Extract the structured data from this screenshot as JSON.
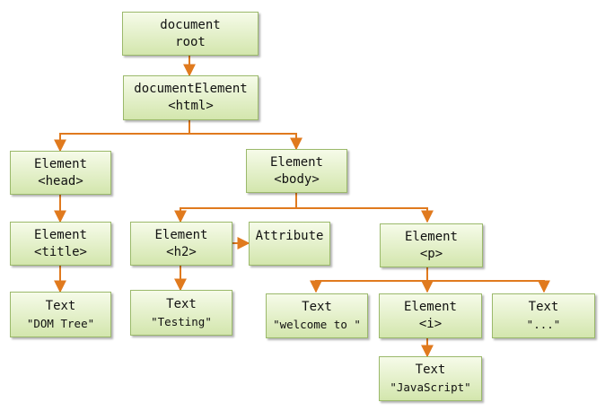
{
  "nodes": {
    "root": {
      "line1": "document",
      "line2": "root"
    },
    "html": {
      "line1": "documentElement",
      "line2": "<html>"
    },
    "head": {
      "line1": "Element",
      "line2": "<head>"
    },
    "body": {
      "line1": "Element",
      "line2": "<body>"
    },
    "title": {
      "line1": "Element",
      "line2": "<title>"
    },
    "h2": {
      "line1": "Element",
      "line2": "<h2>"
    },
    "attribute": {
      "line1": "Attribute",
      "line2": ""
    },
    "p": {
      "line1": "Element",
      "line2": "<p>"
    },
    "text_domtree": {
      "line1": "Text",
      "line2": "\"DOM Tree\""
    },
    "text_testing": {
      "line1": "Text",
      "line2": "\"Testing\""
    },
    "text_welcome": {
      "line1": "Text",
      "line2": "\"welcome to \""
    },
    "i": {
      "line1": "Element",
      "line2": "<i>"
    },
    "text_ellipsis": {
      "line1": "Text",
      "line2": "\"...\""
    },
    "text_javascript": {
      "line1": "Text",
      "line2": "\"JavaScript\""
    }
  },
  "colors": {
    "connector": "#e07a1e",
    "node_border": "#9bb96b",
    "node_fill_top": "#f6fbe9",
    "node_fill_bottom": "#d3e6ad"
  }
}
